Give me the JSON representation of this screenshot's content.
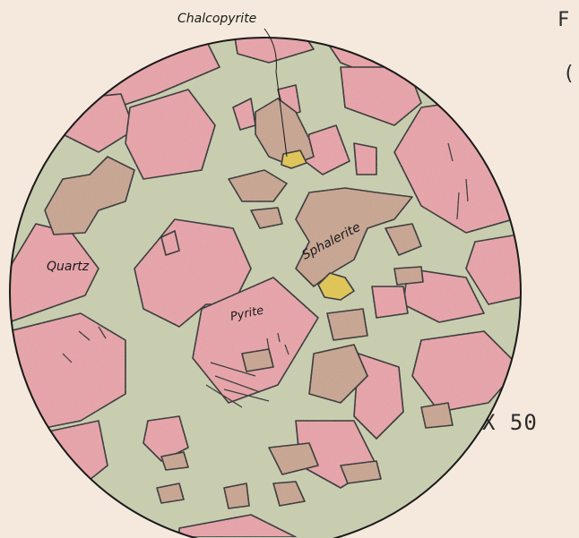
{
  "header": {
    "fig_label": "F",
    "scale_label": "(:"
  },
  "magnification": "X 50",
  "labels": {
    "chalcopyrite": "Chalcopyrite",
    "sphalerite": "Sphalerite",
    "quartz": "Quartz",
    "pyrite": "Pyrite"
  },
  "colors": {
    "paper": "#f4e9dc",
    "quartz": "#c9cdb0",
    "pyrite": "#e8a3a8",
    "sphalerite": "#c9a490",
    "chalcopyrite": "#e2c64a",
    "outline": "#1a1a1a"
  }
}
